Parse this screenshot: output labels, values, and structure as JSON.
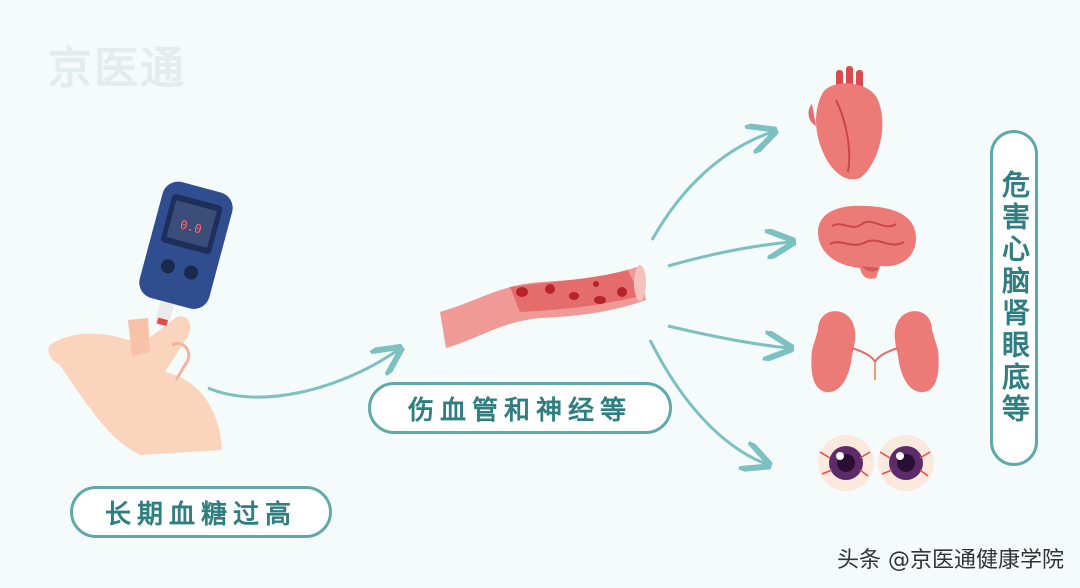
{
  "watermark": "京医通",
  "labels": {
    "high_blood_sugar": "长期血糖过高",
    "damage_vessels_nerves": "伤血管和神经等",
    "harm_organs": "危害心脑肾眼底等"
  },
  "footer": "头条 @京医通健康学院",
  "meter_display": "0.0",
  "colors": {
    "accent": "#5fa9aa",
    "arrow": "#7cc0c2",
    "vessel": "#ec8e8b",
    "organ": "#e8706f"
  }
}
